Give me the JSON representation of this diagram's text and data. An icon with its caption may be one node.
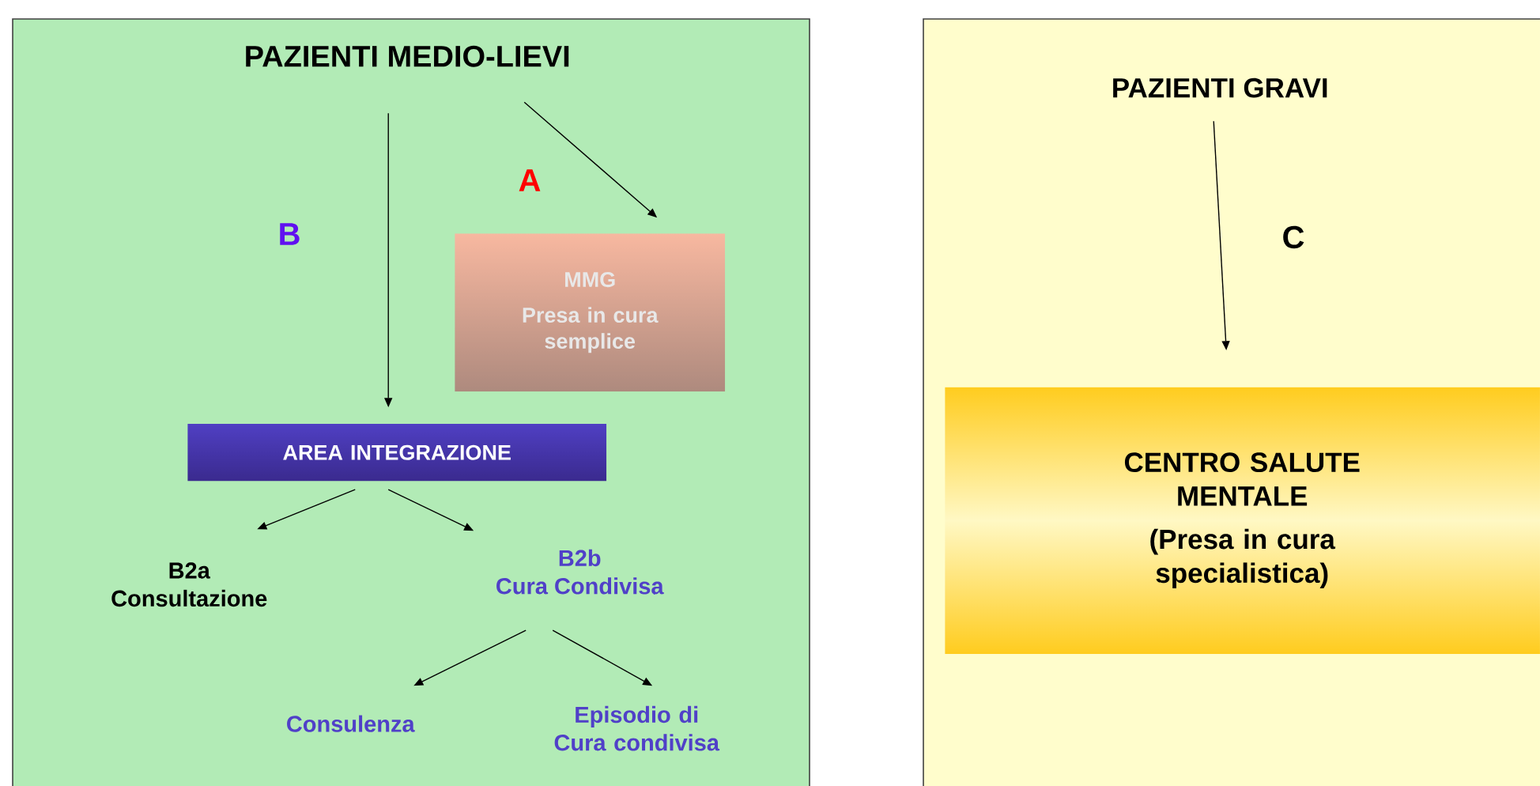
{
  "diagram": {
    "nodes": [
      {
        "text": [],
        "shape": "box"
      },
      {
        "text": [
          "PAZIENTI MEDIO-LIEVI"
        ],
        "in": 0
      },
      {
        "text": [
          "MMG",
          "Presa in cura semplice"
        ],
        "in": 0
      },
      {
        "text": [
          "AREA INTEGRAZIONE"
        ],
        "in": 0
      },
      {
        "text": [
          "B2a",
          "Consultazione"
        ],
        "in": 0
      },
      {
        "text": [
          "B2b",
          "Cura Condivisa"
        ],
        "in": 0
      },
      {
        "text": [
          "Consulenza"
        ],
        "in": 0
      },
      {
        "text": [
          "Episodio di Cura condivisa"
        ],
        "in": 0
      },
      {
        "text": [],
        "shape": "box"
      },
      {
        "text": [
          "PAZIENTI GRAVI"
        ],
        "in": 8
      },
      {
        "text": [
          "CENTRO SALUTE MENTALE",
          "(Presa in cura specialistica)"
        ],
        "in": 8
      }
    ],
    "edges": [
      {
        "from": 1,
        "to": 2,
        "arrow": "to",
        "label": "A"
      },
      {
        "from": 1,
        "to": 3,
        "arrow": "to",
        "label": "B"
      },
      {
        "from": 3,
        "to": 4,
        "arrow": "to"
      },
      {
        "from": 3,
        "to": 5,
        "arrow": "to"
      },
      {
        "from": 5,
        "to": 6,
        "arrow": "to"
      },
      {
        "from": 5,
        "to": 7,
        "arrow": "to"
      },
      {
        "from": 9,
        "to": 10,
        "arrow": "to",
        "label": "C"
      }
    ]
  }
}
